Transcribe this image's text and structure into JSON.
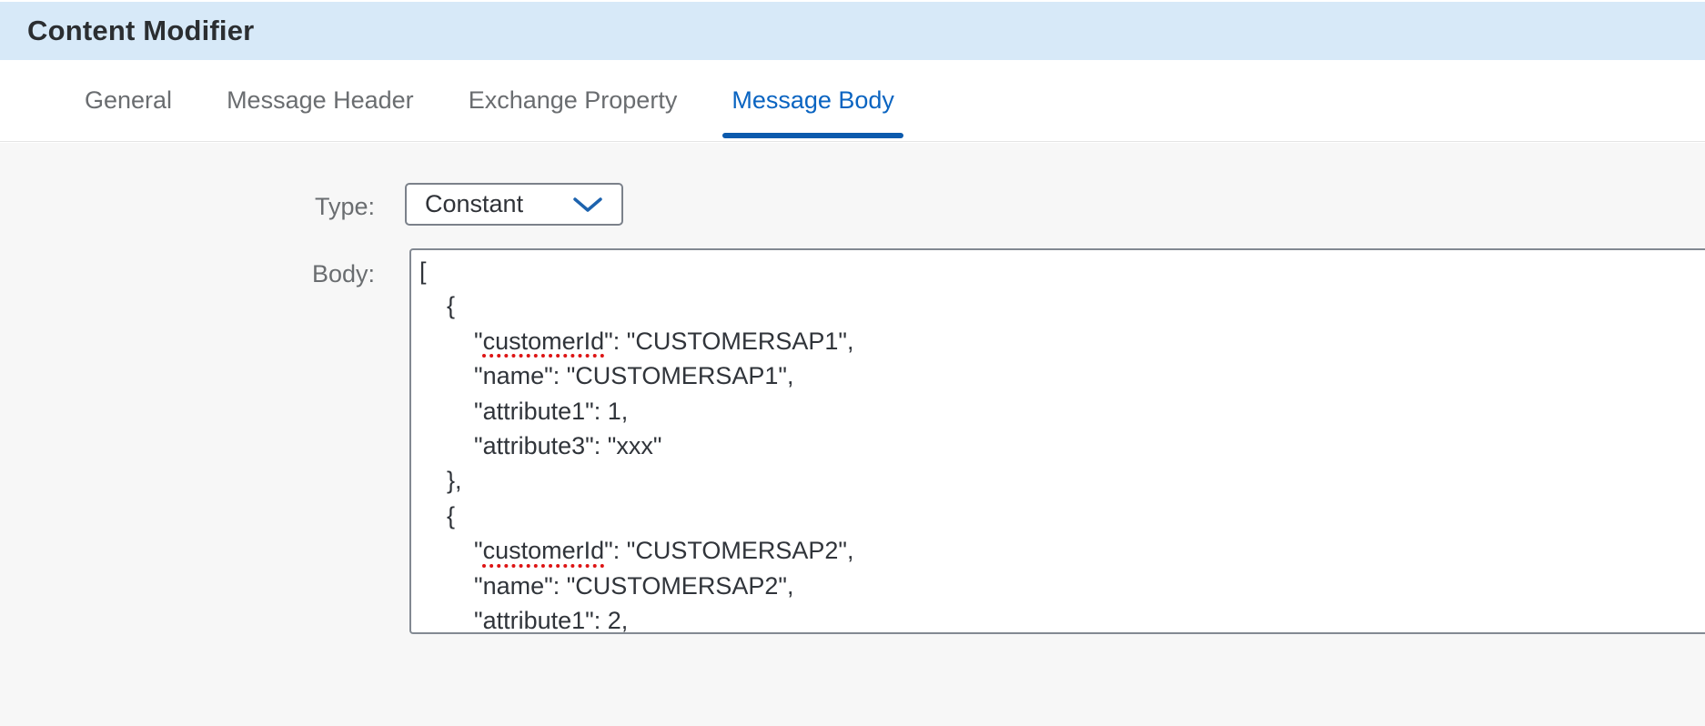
{
  "header": {
    "title": "Content Modifier"
  },
  "tabs": [
    {
      "label": "General",
      "active": false
    },
    {
      "label": "Message Header",
      "active": false
    },
    {
      "label": "Exchange Property",
      "active": false
    },
    {
      "label": "Message Body",
      "active": true
    }
  ],
  "form": {
    "type_label": "Type:",
    "type_value": "Constant",
    "body_label": "Body:"
  },
  "body_lines": [
    {
      "text": "["
    },
    {
      "text": "    {"
    },
    {
      "pre": "        \"",
      "spell": "customerId",
      "post": "\": \"CUSTOMERSAP1\","
    },
    {
      "text": "        \"name\": \"CUSTOMERSAP1\","
    },
    {
      "text": "        \"attribute1\": 1,"
    },
    {
      "text": "        \"attribute3\": \"xxx\""
    },
    {
      "text": "    },"
    },
    {
      "text": "    {"
    },
    {
      "pre": "        \"",
      "spell": "customerId",
      "post": "\": \"CUSTOMERSAP2\","
    },
    {
      "text": "        \"name\": \"CUSTOMERSAP2\","
    },
    {
      "text": "        \"attribute1\": 2,"
    }
  ],
  "icons": {
    "dropdown_chevron": "chevron-down-icon"
  },
  "colors": {
    "titlebar_bg": "#d7e9f8",
    "active_tab_text": "#0a64c1",
    "active_tab_underline": "#0c5aad",
    "inactive_tab_text": "#6a6d70",
    "content_bg": "#f7f7f7",
    "field_border": "#7b818a",
    "spellcheck_red": "#dd1414"
  }
}
